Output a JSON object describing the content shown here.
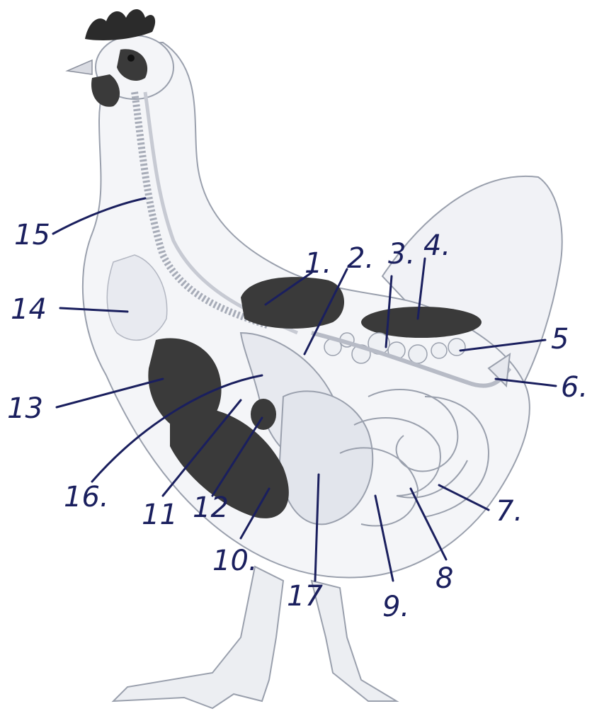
{
  "diagram": {
    "labels": [
      "1.",
      "2.",
      "3.",
      "4.",
      "5",
      "6.",
      "7.",
      "8",
      "9.",
      "10.",
      "11",
      "12",
      "13",
      "14",
      "15",
      "16.",
      "17"
    ]
  },
  "colors": {
    "ink": "#1a1f5e",
    "organ_dark": "#3a3a3a",
    "body_fill": "#f4f5f8",
    "organ_light": "#e7e9ef",
    "comb": "#2b2b2b"
  }
}
